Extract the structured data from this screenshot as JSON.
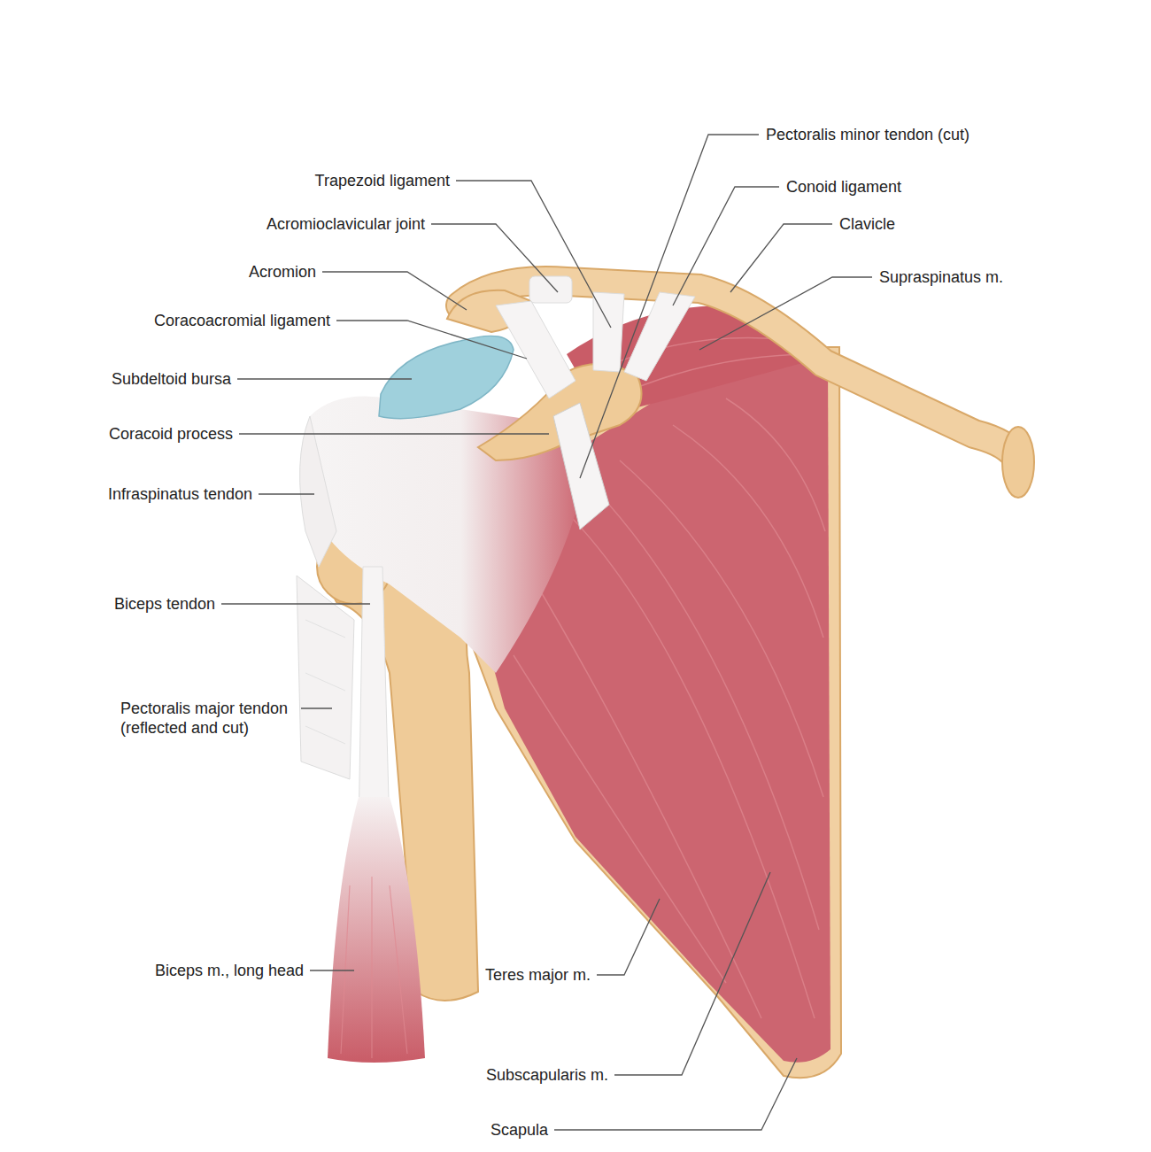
{
  "diagram": {
    "labels": [
      "Pectoralis minor tendon (cut)",
      "Trapezoid ligament",
      "Conoid ligament",
      "Clavicle",
      "Acromioclavicular joint",
      "Acromion",
      "Supraspinatus m.",
      "Coracoacromial ligament",
      "Subdeltoid bursa",
      "Coracoid process",
      "Infraspinatus tendon",
      "Biceps tendon",
      "Pectoralis major tendon (reflected and cut)",
      "Biceps m., long head",
      "Teres major m.",
      "Subscapularis m.",
      "Scapula"
    ]
  }
}
